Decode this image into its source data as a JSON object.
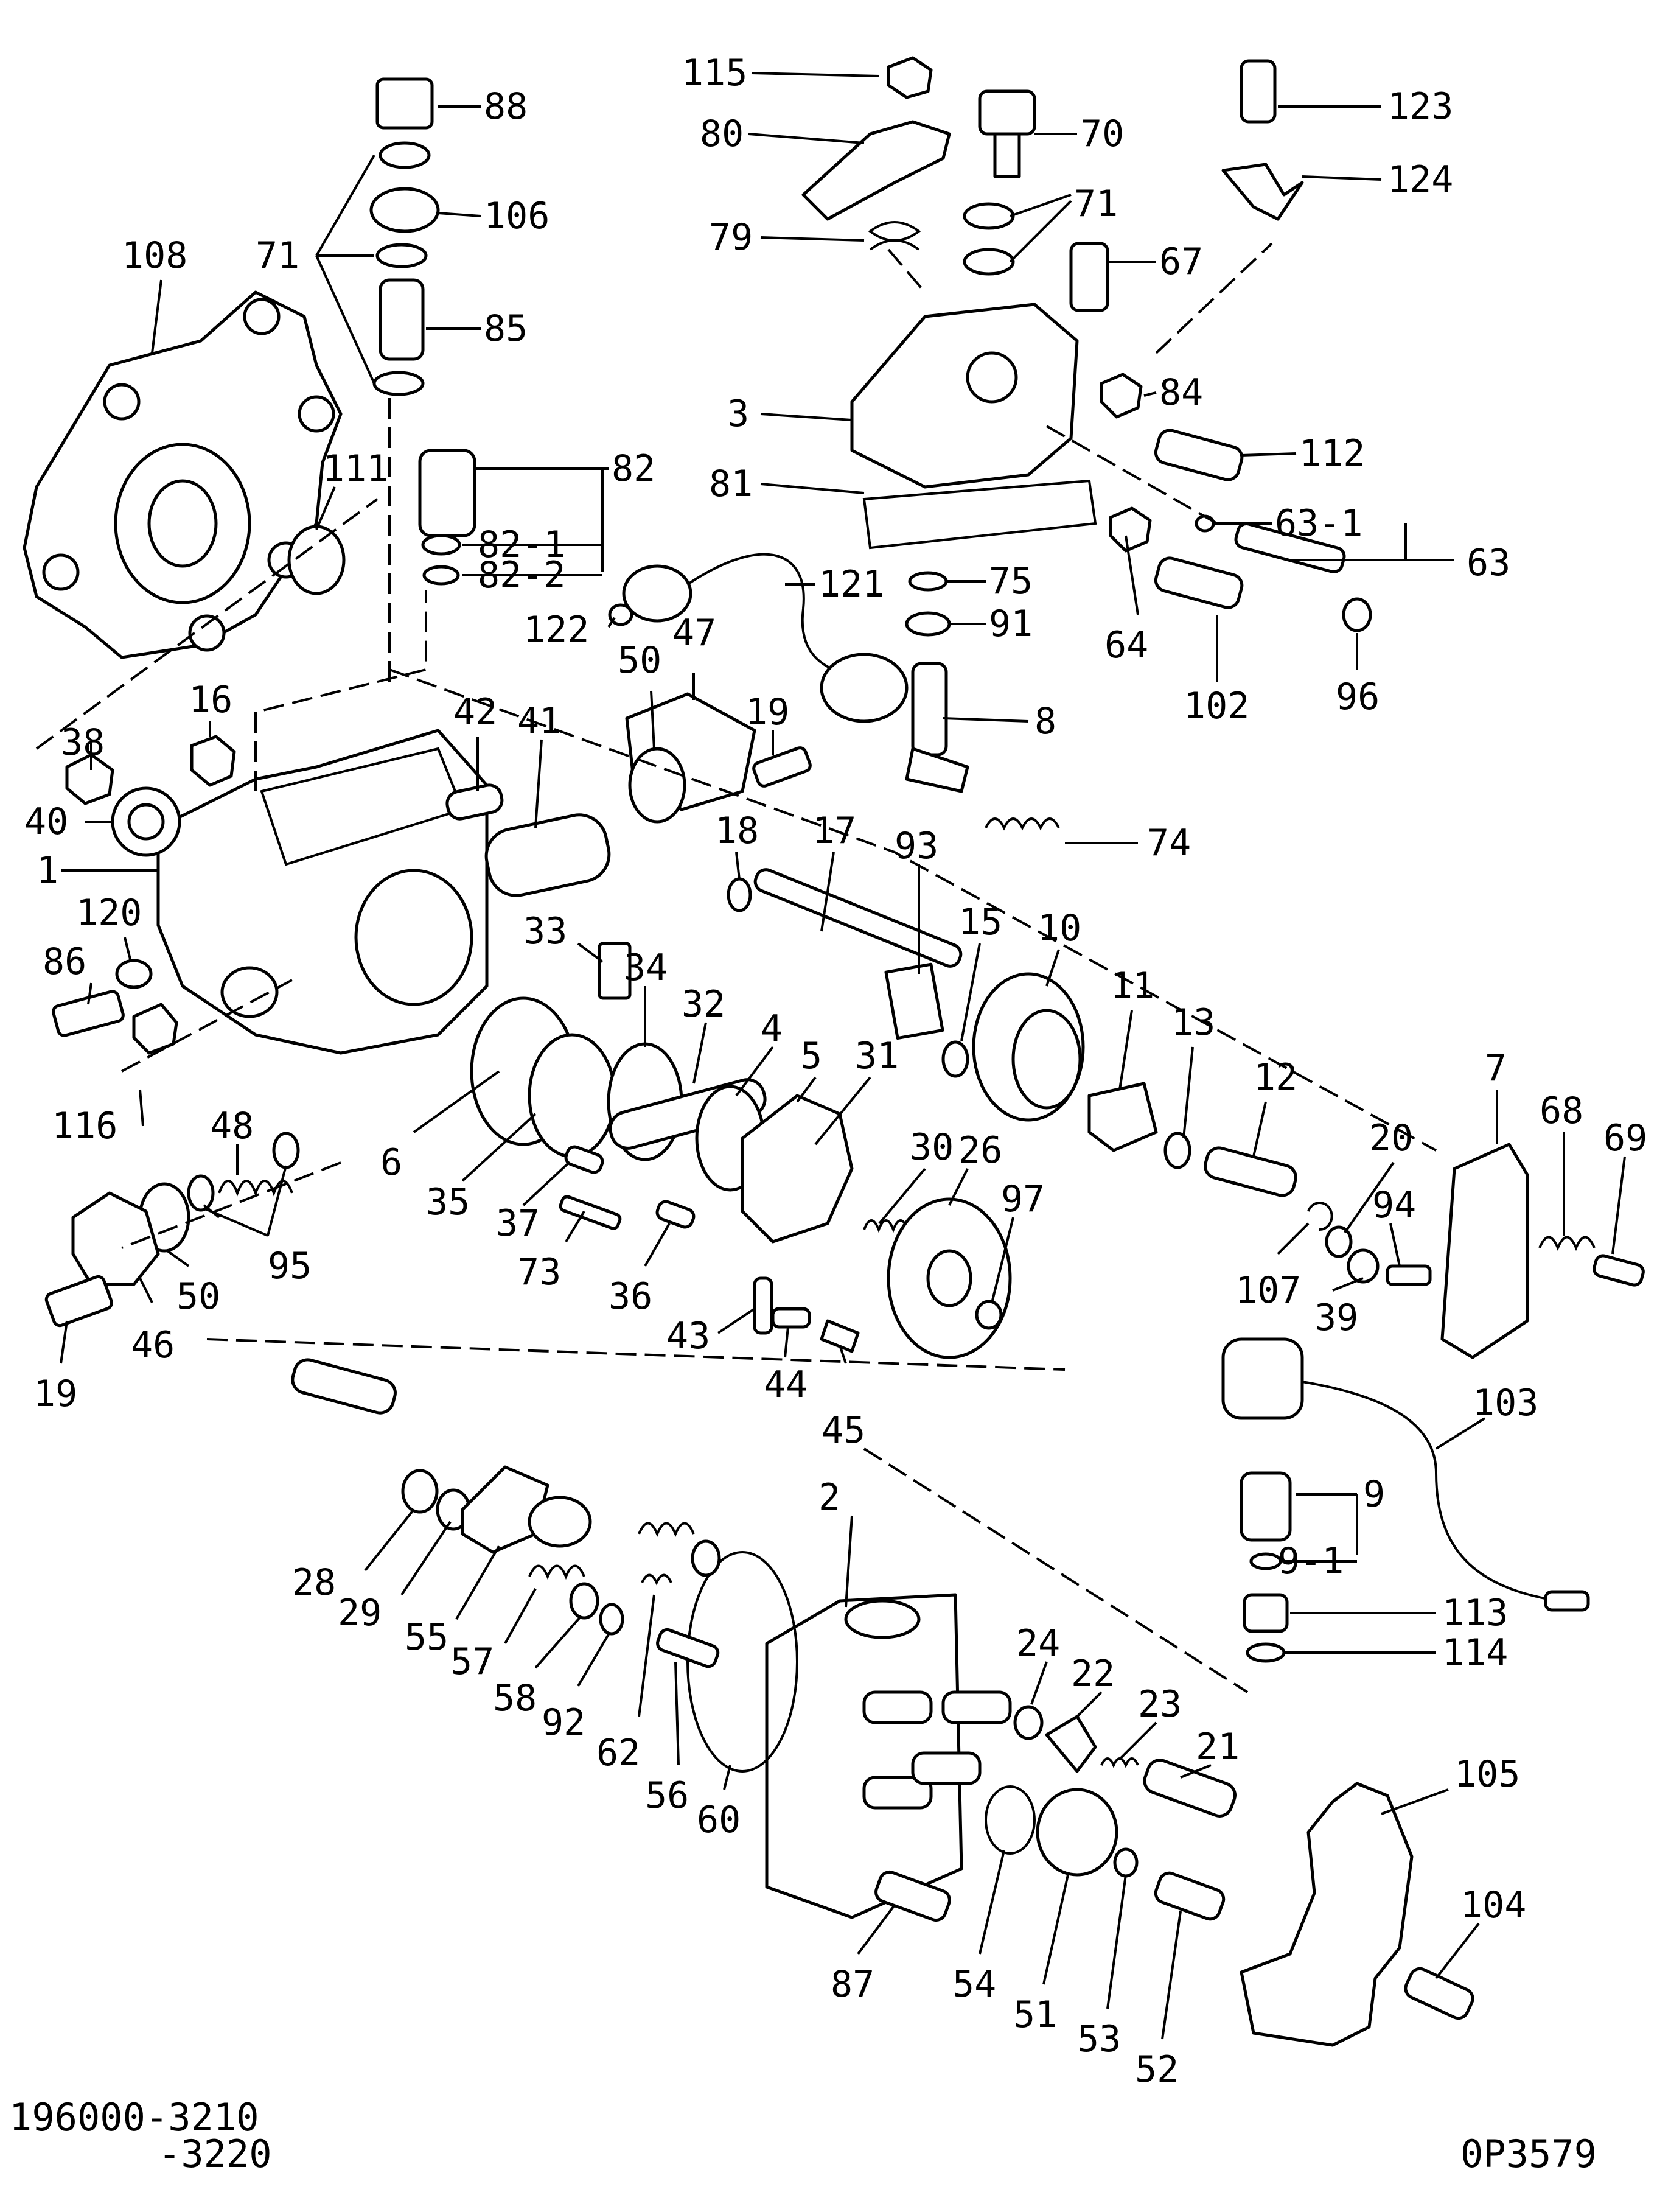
{
  "drawing_numbers": [
    "196000-3210",
    "-3220"
  ],
  "drawing_code": "0P3579",
  "callouts": [
    {
      "label": "115"
    },
    {
      "label": "80"
    },
    {
      "label": "70"
    },
    {
      "label": "123"
    },
    {
      "label": "124"
    },
    {
      "label": "88"
    },
    {
      "label": "106"
    },
    {
      "label": "71"
    },
    {
      "label": "85"
    },
    {
      "label": "108"
    },
    {
      "label": "111"
    },
    {
      "label": "82"
    },
    {
      "label": "82-1"
    },
    {
      "label": "82-2"
    },
    {
      "label": "79"
    },
    {
      "label": "71"
    },
    {
      "label": "67"
    },
    {
      "label": "84"
    },
    {
      "label": "112"
    },
    {
      "label": "3"
    },
    {
      "label": "81"
    },
    {
      "label": "63-1"
    },
    {
      "label": "63"
    },
    {
      "label": "121"
    },
    {
      "label": "75"
    },
    {
      "label": "91"
    },
    {
      "label": "64"
    },
    {
      "label": "102"
    },
    {
      "label": "96"
    },
    {
      "label": "122"
    },
    {
      "label": "50"
    },
    {
      "label": "47"
    },
    {
      "label": "19"
    },
    {
      "label": "8"
    },
    {
      "label": "38"
    },
    {
      "label": "16"
    },
    {
      "label": "42"
    },
    {
      "label": "41"
    },
    {
      "label": "40"
    },
    {
      "label": "1"
    },
    {
      "label": "18"
    },
    {
      "label": "17"
    },
    {
      "label": "74"
    },
    {
      "label": "93"
    },
    {
      "label": "15"
    },
    {
      "label": "10"
    },
    {
      "label": "120"
    },
    {
      "label": "86"
    },
    {
      "label": "33"
    },
    {
      "label": "34"
    },
    {
      "label": "32"
    },
    {
      "label": "4"
    },
    {
      "label": "11"
    },
    {
      "label": "13"
    },
    {
      "label": "12"
    },
    {
      "label": "7"
    },
    {
      "label": "68"
    },
    {
      "label": "69"
    },
    {
      "label": "116"
    },
    {
      "label": "48"
    },
    {
      "label": "6"
    },
    {
      "label": "35"
    },
    {
      "label": "37"
    },
    {
      "label": "5"
    },
    {
      "label": "31"
    },
    {
      "label": "30"
    },
    {
      "label": "26"
    },
    {
      "label": "97"
    },
    {
      "label": "20"
    },
    {
      "label": "94"
    },
    {
      "label": "107"
    },
    {
      "label": "39"
    },
    {
      "label": "95"
    },
    {
      "label": "50"
    },
    {
      "label": "46"
    },
    {
      "label": "19"
    },
    {
      "label": "73"
    },
    {
      "label": "36"
    },
    {
      "label": "43"
    },
    {
      "label": "44"
    },
    {
      "label": "45"
    },
    {
      "label": "103"
    },
    {
      "label": "9"
    },
    {
      "label": "9-1"
    },
    {
      "label": "113"
    },
    {
      "label": "114"
    },
    {
      "label": "2"
    },
    {
      "label": "28"
    },
    {
      "label": "29"
    },
    {
      "label": "55"
    },
    {
      "label": "57"
    },
    {
      "label": "58"
    },
    {
      "label": "92"
    },
    {
      "label": "62"
    },
    {
      "label": "56"
    },
    {
      "label": "60"
    },
    {
      "label": "24"
    },
    {
      "label": "22"
    },
    {
      "label": "23"
    },
    {
      "label": "21"
    },
    {
      "label": "105"
    },
    {
      "label": "104"
    },
    {
      "label": "87"
    },
    {
      "label": "54"
    },
    {
      "label": "51"
    },
    {
      "label": "53"
    },
    {
      "label": "52"
    }
  ]
}
